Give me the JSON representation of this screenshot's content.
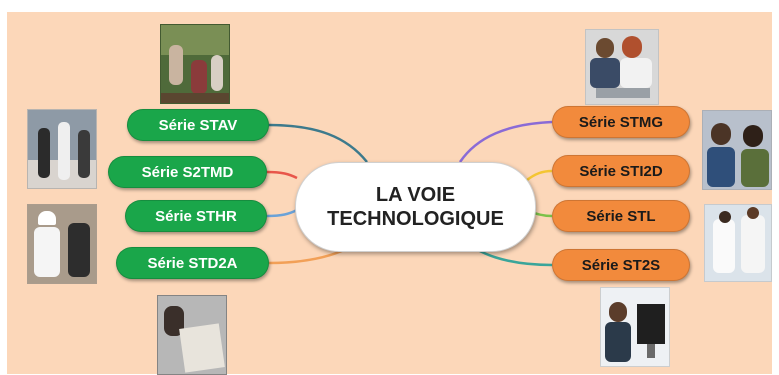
{
  "center": {
    "line1": "LA VOIE",
    "line2": "TECHNOLOGIQUE"
  },
  "left_series": [
    {
      "label": "Série STAV",
      "link_color": "#3d7a8c",
      "photo": "students-outdoor-fieldwork"
    },
    {
      "label": "Série S2TMD",
      "link_color": "#e8564a",
      "photo": "dancers-performing"
    },
    {
      "label": "Série STHR",
      "link_color": "#6aa2d8",
      "photo": "chefs-in-kitchen"
    },
    {
      "label": "Série STD2A",
      "link_color": "#f2a057",
      "photo": "designer-sketching"
    }
  ],
  "right_series": [
    {
      "label": "Série STMG",
      "link_color": "#8a6bd6",
      "photo": "students-studying-laptop"
    },
    {
      "label": "Série STI2D",
      "link_color": "#f4c532",
      "photo": "students-engineering-project"
    },
    {
      "label": "Série STL",
      "link_color": "#7cc24a",
      "photo": "lab-researchers"
    },
    {
      "label": "Série ST2S",
      "link_color": "#3aa59a",
      "photo": "person-at-computer"
    }
  ],
  "colors": {
    "background": "#fcd7b9",
    "left_pill": "#1aa64a",
    "right_pill": "#f28a3c"
  }
}
